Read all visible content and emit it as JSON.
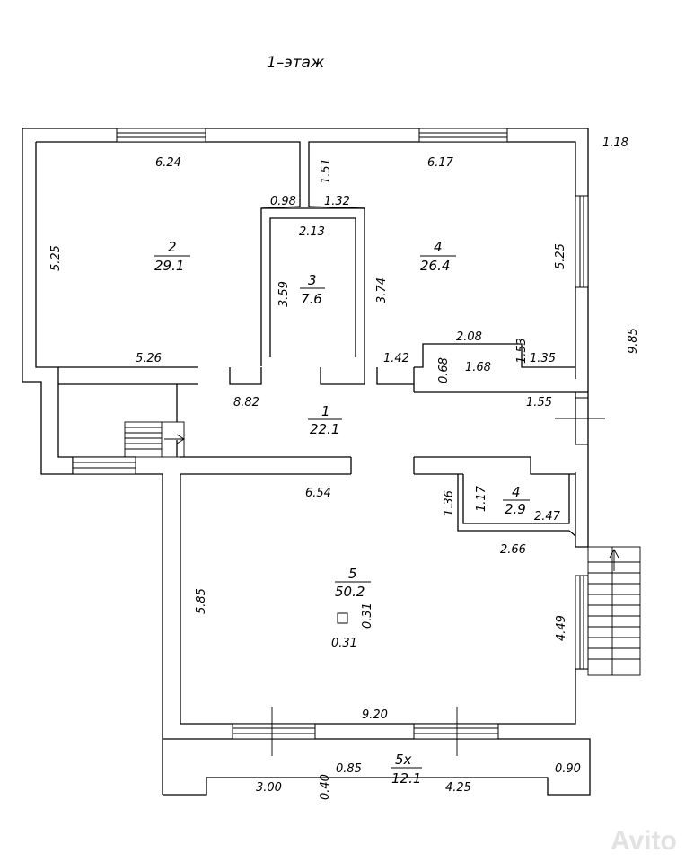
{
  "title": "1–этаж",
  "rooms": {
    "r1": {
      "number": "1",
      "area": "22.1"
    },
    "r2": {
      "number": "2",
      "area": "29.1"
    },
    "r3": {
      "number": "3",
      "area": "7.6"
    },
    "r4": {
      "number": "4",
      "area": "26.4"
    },
    "r4b": {
      "number": "4",
      "area": "2.9"
    },
    "r5": {
      "number": "5",
      "area": "50.2"
    },
    "r5x": {
      "number": "5х",
      "area": "12.1"
    }
  },
  "dims": {
    "r2_top": "6.24",
    "r2_left": "5.25",
    "r2_bottom": "5.26",
    "r2_nook": "0.98",
    "r3_top": "2.13",
    "r3_left": "3.59",
    "r3_right": "3.74",
    "r4_top": "6.17",
    "r4_right": "5.25",
    "r4_nook_v": "1.51",
    "r4_nook_h": "1.32",
    "r4_b1": "1.42",
    "r4_b2": "2.08",
    "r4_b3": "1.53",
    "r4_b4": "1.35",
    "r4_b5": "0.68",
    "hall_left": "8.82",
    "hall_mid": "1.68",
    "hall_right": "1.55",
    "ext_top": "1.18",
    "ext_side": "9.85",
    "r5_top": "6.54",
    "r5_left": "5.85",
    "r5_bottom": "9.20",
    "r5_right": "4.49",
    "r5_c1": "1.36",
    "r5_c2": "2.66",
    "col_w": "0.31",
    "col_h": "0.31",
    "r4b_h": "1.17",
    "r4b_w": "2.47",
    "t_1": "3.00",
    "t_2": "0.40",
    "t_3": "0.85",
    "t_4": "4.25",
    "t_5": "0.90"
  },
  "watermark": "Avito"
}
